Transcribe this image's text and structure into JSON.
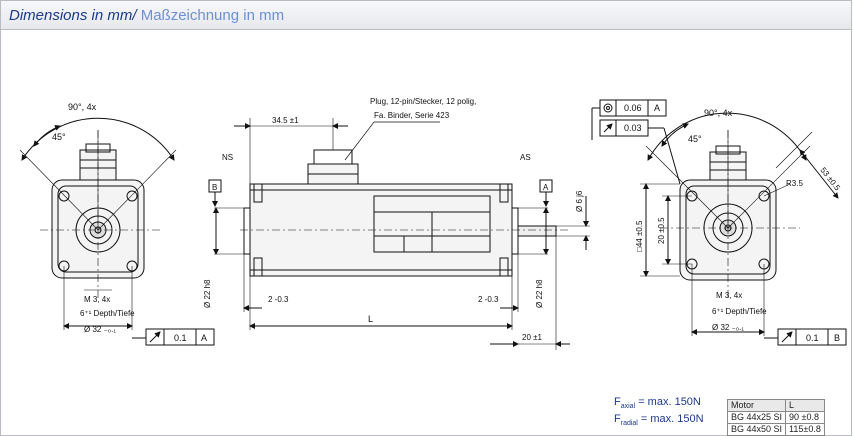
{
  "header": {
    "title": "Dimensions in mm/",
    "subtitle": " Maßzeichnung in mm"
  },
  "labels": {
    "angle_90": "90°, 4x",
    "angle_45": "45°",
    "angle_90_r": "90°, 4x",
    "angle_45_r": "45°",
    "m3": "M 3, 4x",
    "depth": "6⁺¹ Depth/Tiefe",
    "d32": "Ø 32 ₋₀.₁",
    "m3_r": "M 3, 4x",
    "depth_r": "6⁺¹ Depth/Tiefe",
    "d32_r": "Ø 32 ₋₀.₁",
    "plug1": "Plug, 12-pin/Stecker, 12 polig,",
    "plug2": "Fa. Binder, Serie 423",
    "dim_345": "34.5 ±1",
    "ns": "NS",
    "as": "AS",
    "datum_b": "B",
    "datum_a": "A",
    "d22_l": "Ø 22 h8",
    "d22_r": "Ø 22 h8",
    "d6": "Ø 6 j6",
    "dim_2_l": "2 -0.3",
    "dim_2_r": "2 -0.3",
    "dim_L": "L",
    "dim_20": "20 ±1",
    "sq44": "□44 ±0.5",
    "dim_20v": "20 ±0.5",
    "r35": "R3.5",
    "dim_53": "53 ±0.5",
    "tol_006": "0.06",
    "tol_003": "0.03",
    "tol_a1": "A",
    "tol_01_l": "0.1",
    "tol_a2": "A",
    "tol_01_r": "0.1",
    "tol_b": "B"
  },
  "forces": [
    {
      "sym": "F",
      "sub": "axial",
      "text": " = max. 150N"
    },
    {
      "sym": "F",
      "sub": "radial",
      "text": " = max. 150N"
    }
  ],
  "table": {
    "headers": [
      "Motor",
      "L"
    ],
    "rows": [
      [
        "BG 44x25 SI",
        "90  ±0.8"
      ],
      [
        "BG 44x50 SI",
        "115±0.8"
      ]
    ]
  }
}
